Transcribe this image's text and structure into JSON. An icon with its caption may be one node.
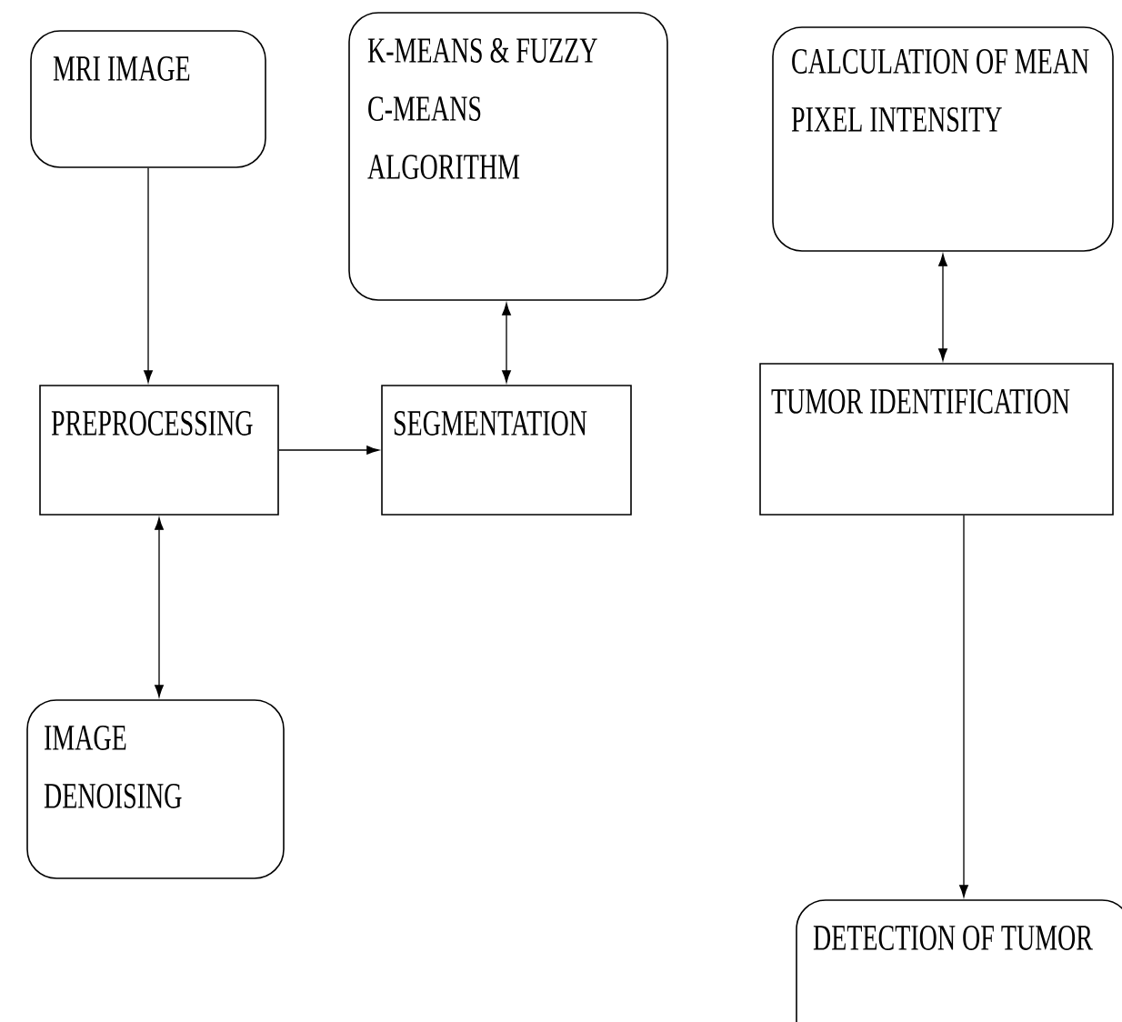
{
  "diagram": {
    "nodes": [
      {
        "text": [
          "MRI IMAGE"
        ]
      },
      {
        "text": [
          "K-MEANS & FUZZY C-MEANS ALGORITHM"
        ]
      },
      {
        "text": [
          "CALCULATION OF MEAN PIXEL INTENSITY"
        ]
      },
      {
        "text": [
          "PREPROCESSING"
        ]
      },
      {
        "text": [
          "SEGMENTATION"
        ]
      },
      {
        "text": [
          "TUMOR IDENTIFICATION"
        ]
      },
      {
        "text": [
          "IMAGE DENOISING"
        ]
      },
      {
        "text": [
          "DETECTION OF TUMOR"
        ]
      }
    ],
    "edges": [
      {
        "from": 0,
        "to": 3,
        "arrow": "to"
      },
      {
        "from": 3,
        "to": 4,
        "arrow": "to"
      },
      {
        "from": 1,
        "to": 4,
        "arrow": "both"
      },
      {
        "from": 2,
        "to": 5,
        "arrow": "both"
      },
      {
        "from": 3,
        "to": 6,
        "arrow": "both"
      },
      {
        "from": 5,
        "to": 7,
        "arrow": "to"
      }
    ]
  }
}
